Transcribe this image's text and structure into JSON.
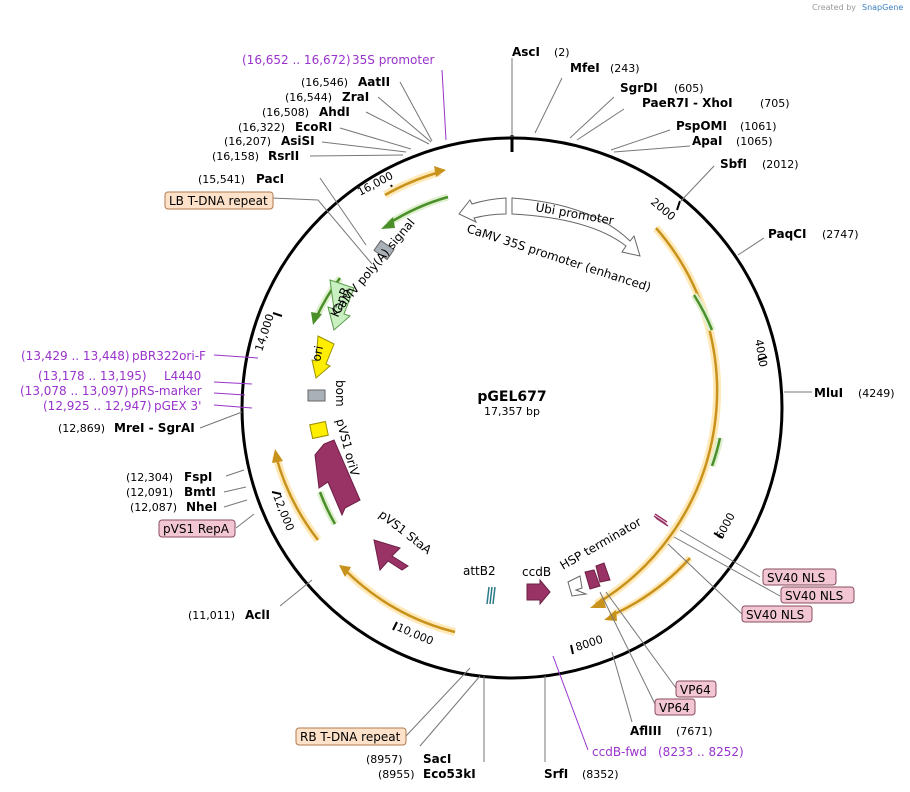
{
  "plasmid": {
    "name": "pGEL677",
    "length": "17,357 bp",
    "credit": "Created by",
    "brand": "SnapGene"
  },
  "enzymes": [
    {
      "name": "AscI",
      "pos": "(2)"
    },
    {
      "name": "MfeI",
      "pos": "(243)"
    },
    {
      "name": "SgrDI",
      "pos": "(605)"
    },
    {
      "name": "PaeR7I - XhoI",
      "pos": "(705)"
    },
    {
      "name": "PspOMI",
      "pos": "(1061)"
    },
    {
      "name": "ApaI",
      "pos": "(1065)"
    },
    {
      "name": "SbfI",
      "pos": "(2012)"
    },
    {
      "name": "PaqCI",
      "pos": "(2747)"
    },
    {
      "name": "MluI",
      "pos": "(4249)"
    },
    {
      "name": "AflIII",
      "pos": "(7671)"
    },
    {
      "name": "SrfI",
      "pos": "(8352)"
    },
    {
      "name": "SacI",
      "pos": "(8957)"
    },
    {
      "name": "Eco53kI",
      "pos": "(8955)"
    },
    {
      "name": "AclI",
      "pos": "(11,011)"
    },
    {
      "name": "NheI",
      "pos": "(12,087)"
    },
    {
      "name": "BmtI",
      "pos": "(12,091)"
    },
    {
      "name": "FspI",
      "pos": "(12,304)"
    },
    {
      "name": "MreI - SgrAI",
      "pos": "(12,869)"
    },
    {
      "name": "PacI",
      "pos": "(15,541)"
    },
    {
      "name": "RsrII",
      "pos": "(16,158)"
    },
    {
      "name": "AsiSI",
      "pos": "(16,207)"
    },
    {
      "name": "EcoRI",
      "pos": "(16,322)"
    },
    {
      "name": "AhdI",
      "pos": "(16,508)"
    },
    {
      "name": "ZraI",
      "pos": "(16,544)"
    },
    {
      "name": "AatII",
      "pos": "(16,546)"
    }
  ],
  "primers": [
    {
      "name": "35S promoter",
      "range": "(16,652 .. 16,672)"
    },
    {
      "name": "pBR322ori-F",
      "range": "(13,429 .. 13,448)"
    },
    {
      "name": "L4440",
      "range": "(13,178 .. 13,195)"
    },
    {
      "name": "pRS-marker",
      "range": "(13,078 .. 13,097)"
    },
    {
      "name": "pGEX 3'",
      "range": "(12,925 .. 12,947)"
    },
    {
      "name": "ccdB-fwd",
      "range": "(8233 .. 8252)"
    }
  ],
  "boxed_features": [
    {
      "label": "LB T-DNA repeat"
    },
    {
      "label": "pVS1 RepA"
    },
    {
      "label": "RB T-DNA repeat"
    },
    {
      "label": "SV40 NLS"
    },
    {
      "label": "SV40 NLS"
    },
    {
      "label": "SV40 NLS"
    },
    {
      "label": "VP64"
    },
    {
      "label": "VP64"
    }
  ],
  "inner_features": [
    {
      "label": "Ubi promoter"
    },
    {
      "label": "CaMV 35S promoter (enhanced)"
    },
    {
      "label": "CaMV poly(A) signal"
    },
    {
      "label": "KanR"
    },
    {
      "label": "ori"
    },
    {
      "label": "bom"
    },
    {
      "label": "pVS1 oriV"
    },
    {
      "label": "pVS1 StaA"
    },
    {
      "label": "attB2"
    },
    {
      "label": "ccdB"
    },
    {
      "label": "HSP terminator"
    }
  ],
  "ticks": [
    "2000",
    "4000",
    "6000",
    "8000",
    "10,000",
    "12,000",
    "14,000",
    "16,000"
  ],
  "colors": {
    "backbone": "#000000",
    "orf": "#f5b942",
    "orf_glow": "#ffe9b8",
    "arrow_green": "#79c34a",
    "kanr": "#c8f0c0",
    "ori": "#ffee00",
    "pvs1": "#993366",
    "bom": "#aab0b8",
    "primer": "#9933cc",
    "nls_box": "#f2c6d2",
    "tdna_box": "#fde2c9"
  }
}
